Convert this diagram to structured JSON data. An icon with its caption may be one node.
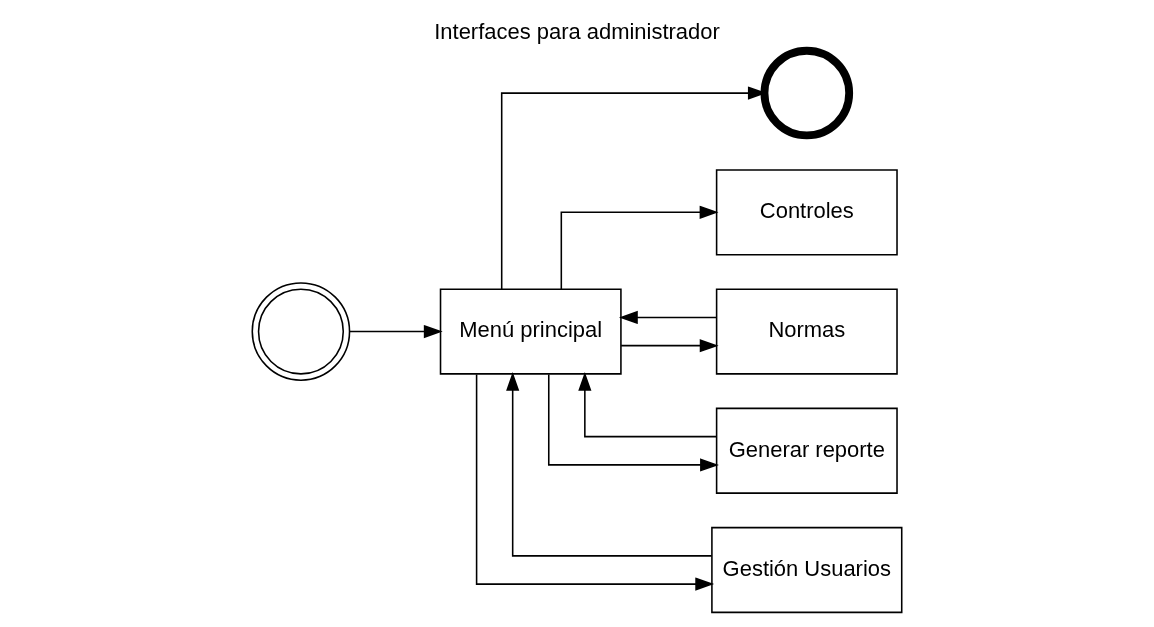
{
  "diagram": {
    "title": "Interfaces para administrador",
    "nodes": [
      {
        "text": [],
        "shape": "circle"
      },
      {
        "text": [
          "Menú principal"
        ]
      },
      {
        "text": [],
        "shape": "circle"
      },
      {
        "text": [
          "Controles"
        ]
      },
      {
        "text": [
          "Normas"
        ]
      },
      {
        "text": [
          "Generar reporte"
        ]
      },
      {
        "text": [
          "Gestión Usuarios"
        ]
      }
    ],
    "edges": [
      {
        "from": 0,
        "to": 1,
        "arrow": "to"
      },
      {
        "from": 1,
        "to": 2,
        "arrow": "to"
      },
      {
        "from": 1,
        "to": 3,
        "arrow": "to"
      },
      {
        "from": 1,
        "to": 4,
        "arrow": "to"
      },
      {
        "from": 1,
        "to": 5,
        "arrow": "to"
      },
      {
        "from": 1,
        "to": 6,
        "arrow": "to"
      },
      {
        "from": 4,
        "to": 1,
        "arrow": "to"
      },
      {
        "from": 5,
        "to": 1,
        "arrow": "to"
      },
      {
        "from": 6,
        "to": 1,
        "arrow": "to"
      }
    ]
  }
}
